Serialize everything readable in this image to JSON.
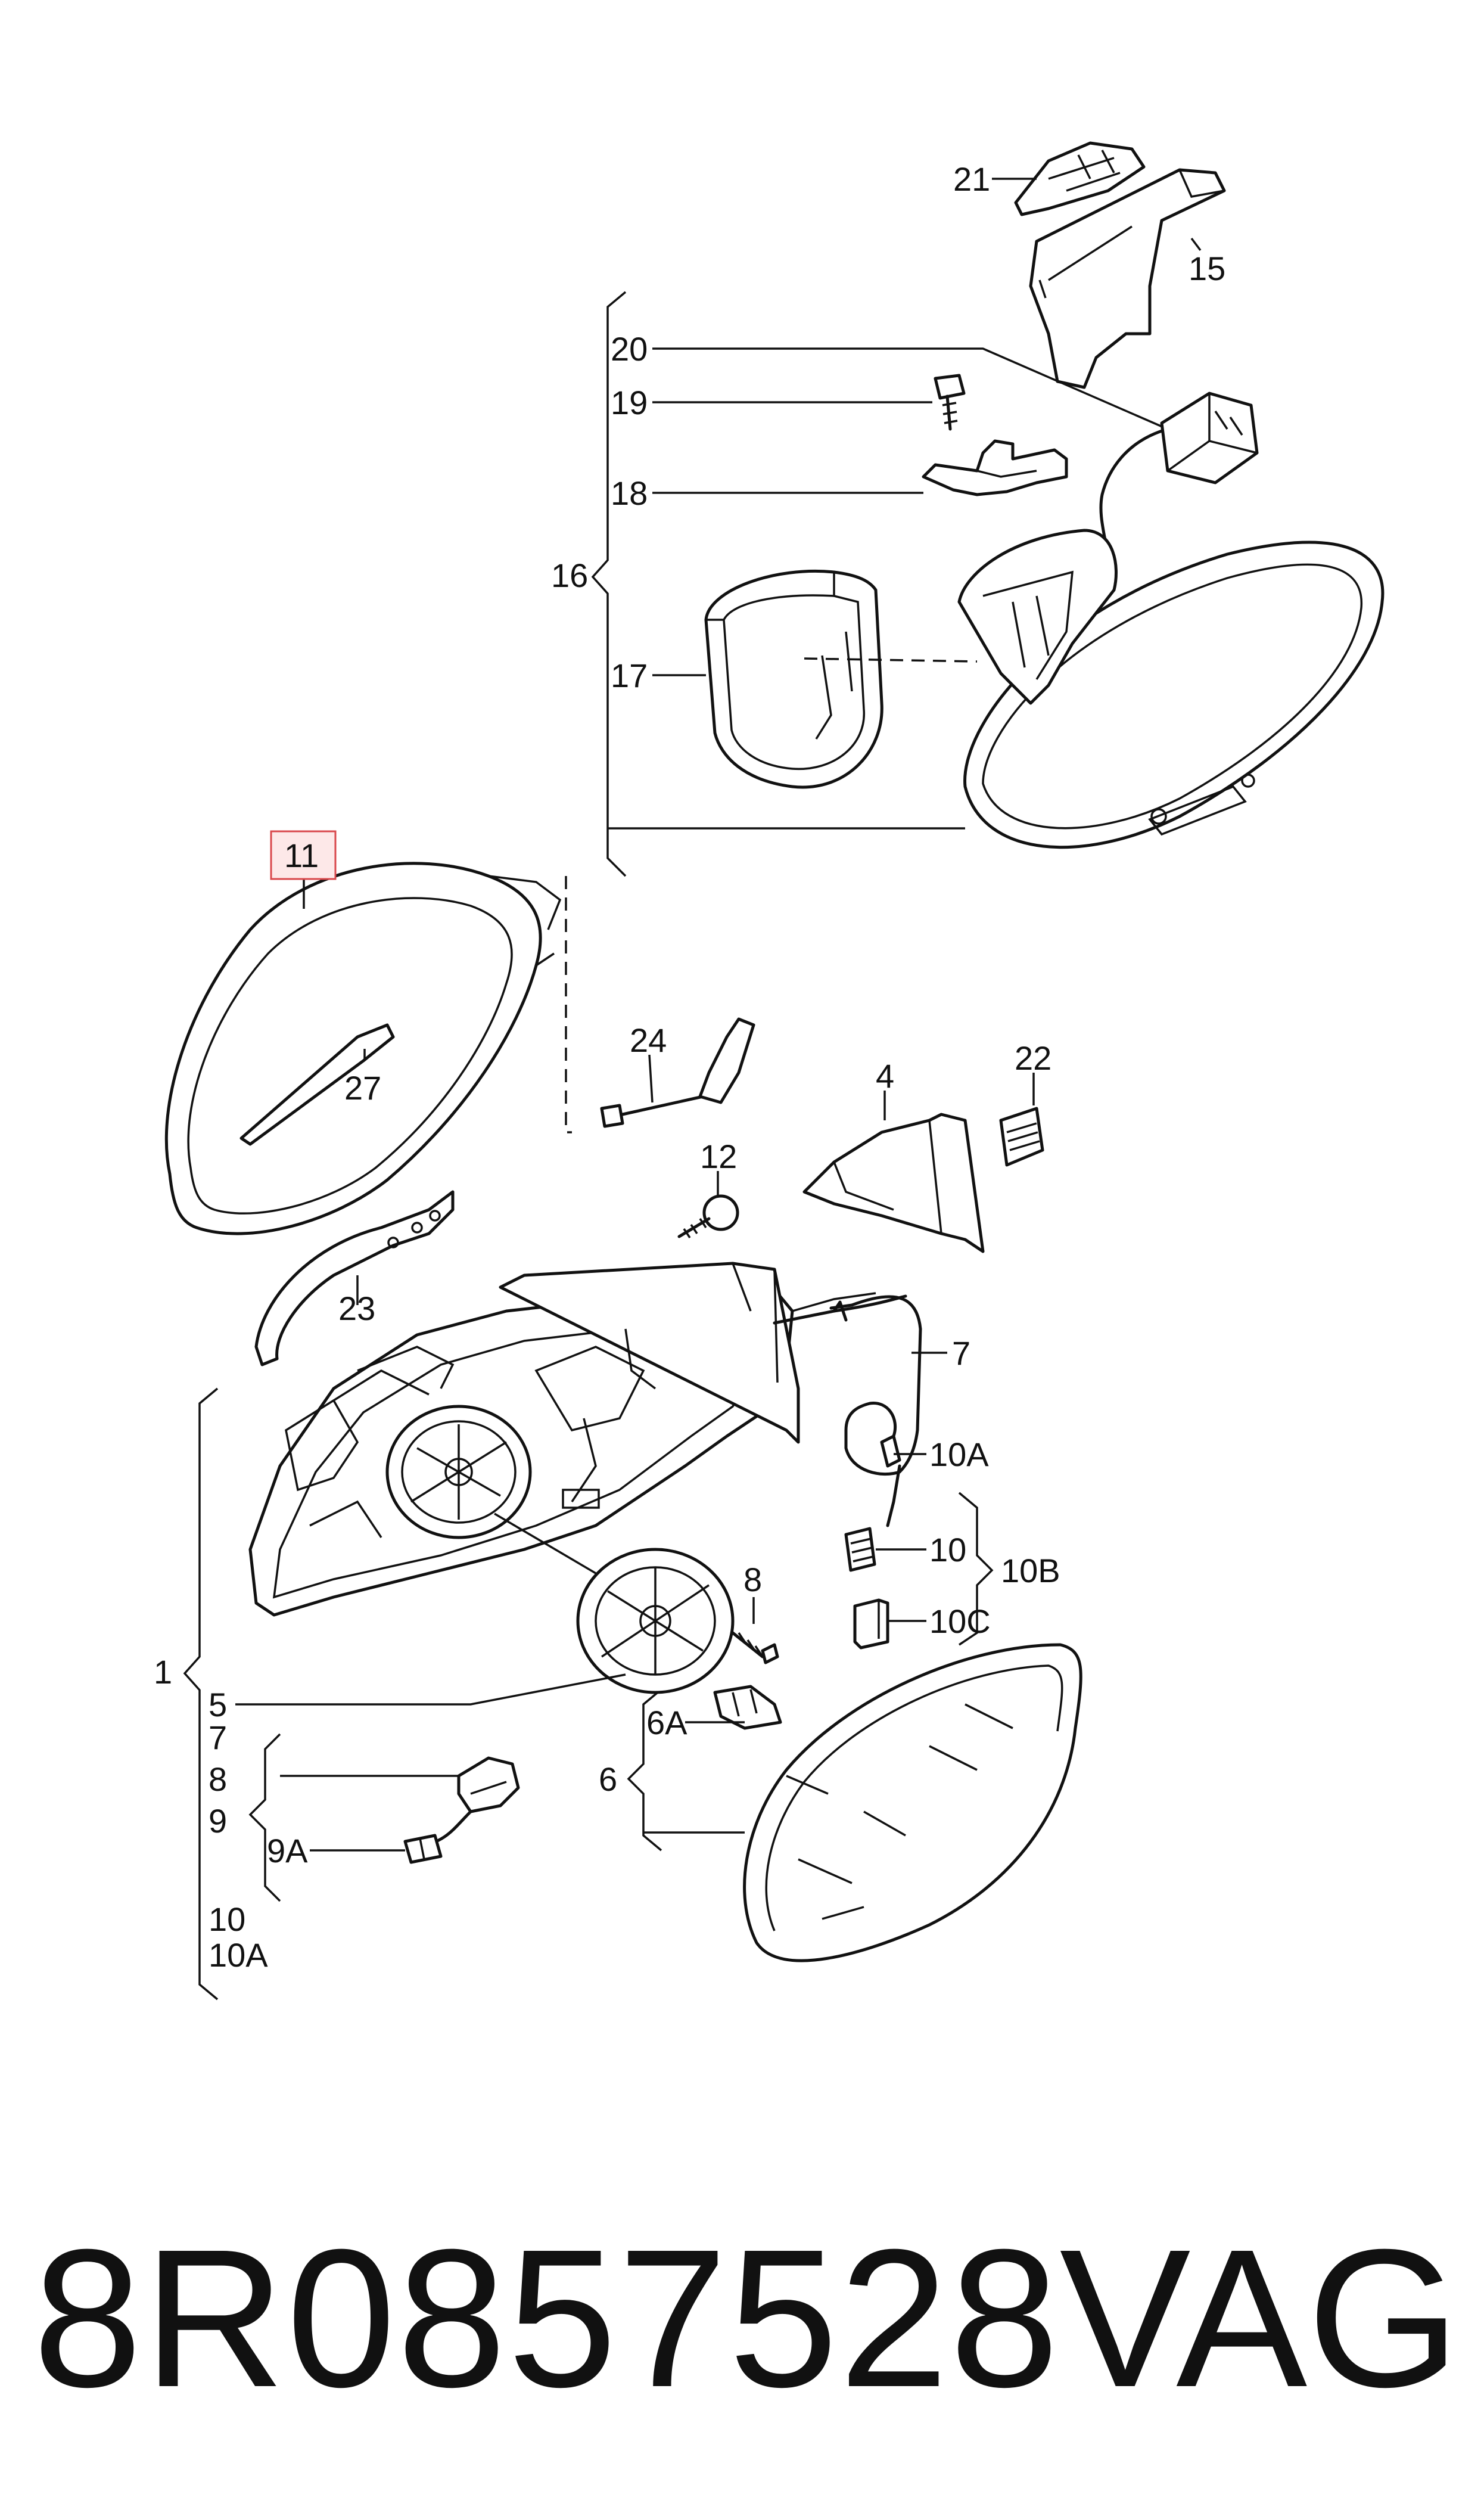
{
  "diagram": {
    "highlighted_label": "11",
    "labels": {
      "l21": "21",
      "l15": "15",
      "l20": "20",
      "l19": "19",
      "l18": "18",
      "l16": "16",
      "l17": "17",
      "l11": "11",
      "l27": "27",
      "l24": "24",
      "l4": "4",
      "l22": "22",
      "l12": "12",
      "l23": "23",
      "l7": "7",
      "l10A_r": "10A",
      "l10_r": "10",
      "l10B": "10B",
      "l10C": "10C",
      "l8_r": "8",
      "l1": "1",
      "l5": "5",
      "l7_l": "7",
      "l8_l": "8",
      "l9": "9",
      "l9A": "9A",
      "l10_l": "10",
      "l10A_l": "10A",
      "l6": "6",
      "l6A": "6A"
    }
  },
  "footer": {
    "part_number": "8R0857528",
    "brand": "VAG"
  }
}
